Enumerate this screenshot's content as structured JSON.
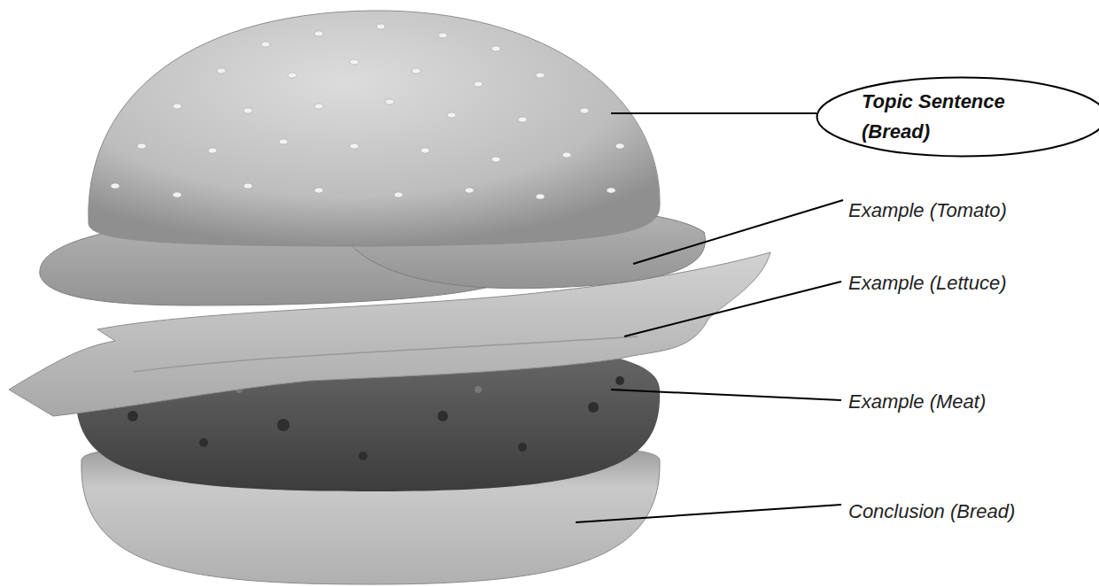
{
  "diagram": {
    "nodes": [
      {
        "text": [
          "Topic Sentence (Bread)"
        ]
      }
    ],
    "labels": [
      "Example (Tomato)",
      "Example (Lettuce)",
      "Example (Meat)",
      "Conclusion (Bread)"
    ]
  }
}
